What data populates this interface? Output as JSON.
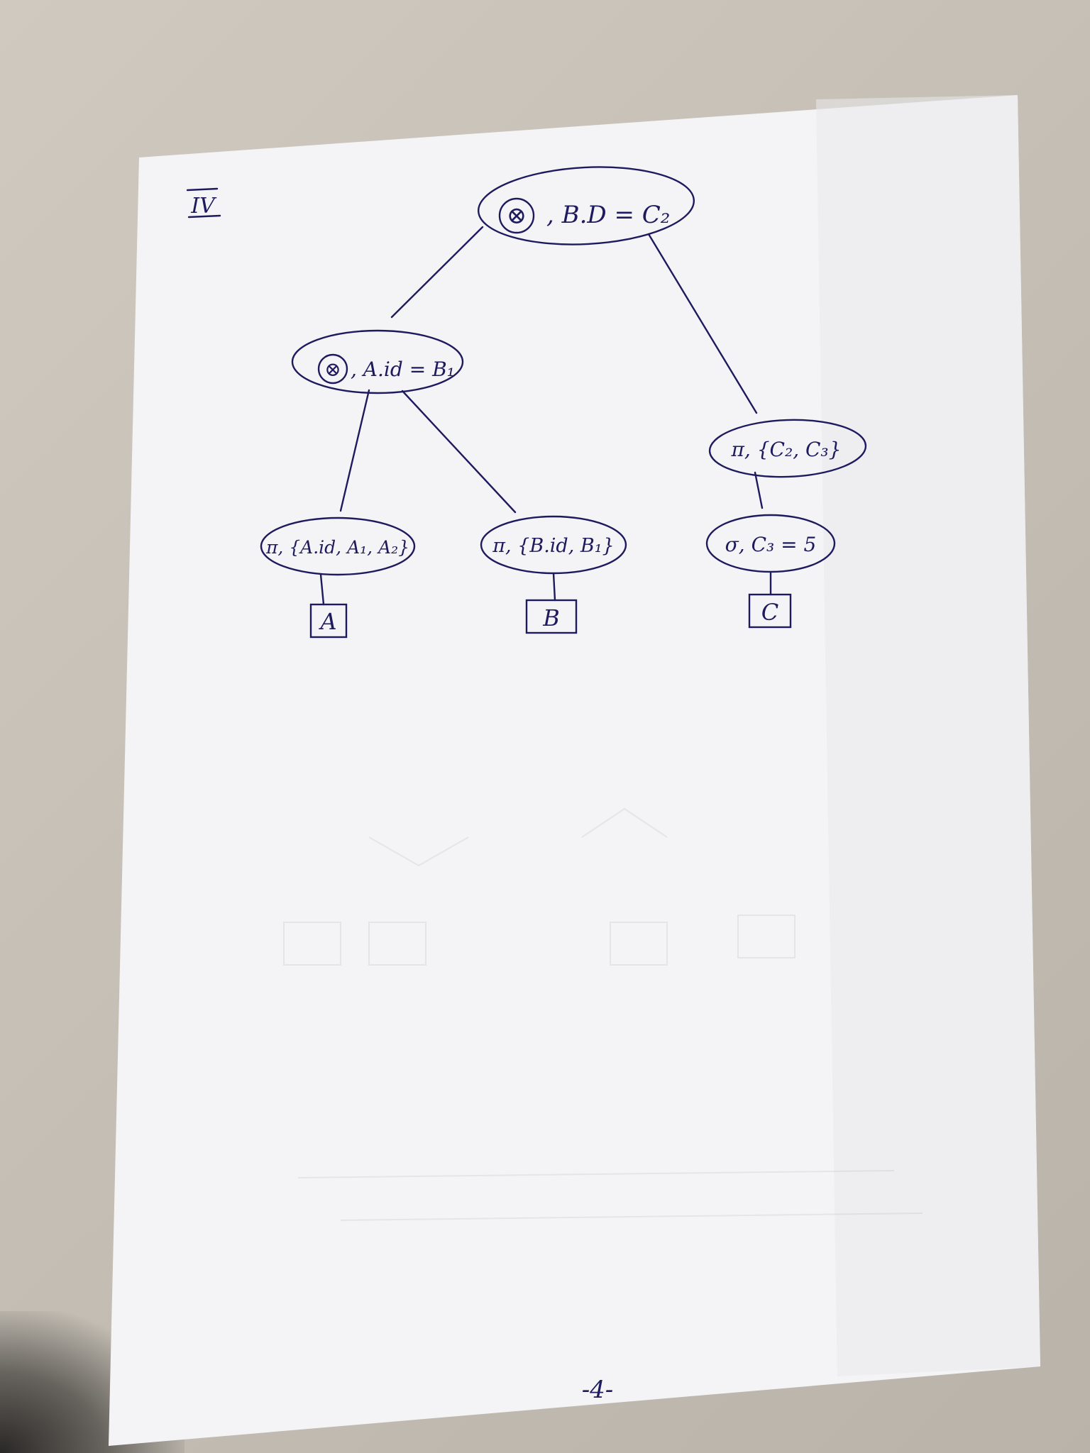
{
  "page": {
    "corner_mark": "IV",
    "page_number": "-4-"
  },
  "tree": {
    "root": {
      "op_symbol": "⊗",
      "condition": ", B.D = C₂"
    },
    "left_join": {
      "op_symbol": "⊗",
      "condition": ", A.id = B₁"
    },
    "right_projection": {
      "label": "π, {C₂, C₃}"
    },
    "proj_a": {
      "label": "π, {A.id, A₁, A₂}"
    },
    "proj_b": {
      "label": "π, {B.id, B₁}"
    },
    "select_c": {
      "label": "σ, C₃ = 5"
    },
    "relation_a": {
      "label": "A"
    },
    "relation_b": {
      "label": "B"
    },
    "relation_c": {
      "label": "C"
    }
  },
  "colors": {
    "ink": "#1e1a5e",
    "paper": "#f4f4f6",
    "background": "#c9c3b9"
  }
}
